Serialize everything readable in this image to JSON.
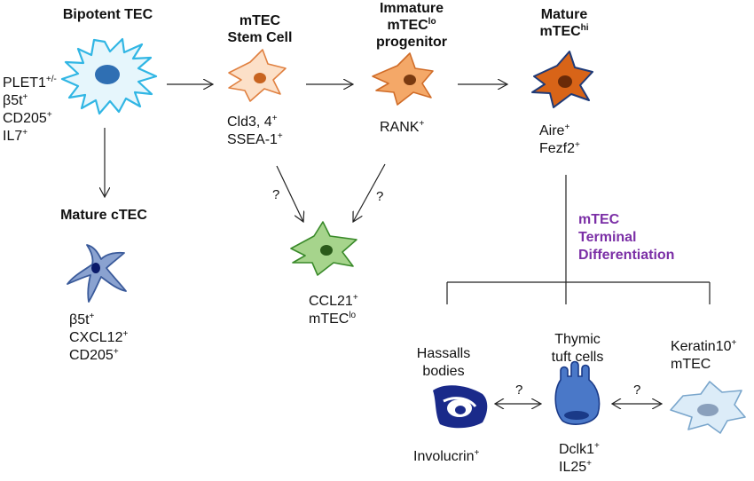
{
  "stages": {
    "bipotent": {
      "title": "Bipotent TEC",
      "markers": [
        {
          "base": "PLET1",
          "sup": "+/-"
        },
        {
          "base": "β5t",
          "sup": "+"
        },
        {
          "base": "CD205",
          "sup": "+"
        },
        {
          "base": "IL7",
          "sup": "+"
        }
      ]
    },
    "stem": {
      "title_line1": "mTEC",
      "title_line2": "Stem Cell",
      "markers": [
        {
          "base": "Cld3, 4",
          "sup": "+"
        },
        {
          "base": "SSEA-1",
          "sup": "+"
        }
      ]
    },
    "immature": {
      "title_line1": "Immature",
      "title_line2_base": "mTEC",
      "title_line2_sup": "lo",
      "title_line3": "progenitor",
      "markers": [
        {
          "base": "RANK",
          "sup": "+"
        }
      ]
    },
    "mature_mtec": {
      "title_line1": "Mature",
      "title_line2_base": "mTEC",
      "title_line2_sup": "hi",
      "markers": [
        {
          "base": "Aire",
          "sup": "+"
        },
        {
          "base": "Fezf2",
          "sup": "+"
        }
      ]
    },
    "mature_ctec": {
      "title": "Mature cTEC",
      "markers": [
        {
          "base": "β5t",
          "sup": "+"
        },
        {
          "base": "CXCL12",
          "sup": "+"
        },
        {
          "base": "CD205",
          "sup": "+"
        }
      ]
    },
    "ccl21": {
      "markers": [
        {
          "base": "CCL21",
          "sup": "+"
        },
        {
          "base": "mTEC",
          "sup": "lo"
        }
      ]
    }
  },
  "terminal": {
    "line1": "mTEC",
    "line2": "Terminal",
    "line3": "Differentiation"
  },
  "terminal_cells": {
    "hassalls": {
      "line1": "Hassalls",
      "line2": "bodies",
      "marker": {
        "base": "Involucrin",
        "sup": "+"
      }
    },
    "tuft": {
      "line1": "Thymic",
      "line2": "tuft cells",
      "markers": [
        {
          "base": "Dclk1",
          "sup": "+"
        },
        {
          "base": "IL25",
          "sup": "+"
        }
      ]
    },
    "keratin": {
      "line1_base": "Keratin10",
      "line1_sup": "+",
      "line2": "mTEC"
    }
  },
  "uncertain_mark": "?",
  "colors": {
    "bipotent_fill": "#e6f6fc",
    "bipotent_stroke": "#31b6e4",
    "bipotent_nucleus": "#2f6fb3",
    "stem_fill": "#fce0c8",
    "stem_stroke": "#e08040",
    "stem_nucleus": "#c86420",
    "immature_fill": "#f4a868",
    "immature_stroke": "#d06c28",
    "immature_nucleus": "#7a3a10",
    "mature_fill": "#d86418",
    "mature_stroke": "#1e3a78",
    "mature_nucleus": "#6a2a08",
    "ctec_fill": "#8aa2d0",
    "ctec_stroke": "#3a5a9a",
    "ctec_nucleus": "#0a1a6a",
    "ccl21_fill": "#a6d48c",
    "ccl21_stroke": "#3a8a2a",
    "ccl21_nucleus": "#2a5a1a",
    "hassalls_fill": "#1a2a8a",
    "tuft_fill": "#4a78c8",
    "tuft_nucleus": "#1a3a88",
    "keratin_fill": "#dcecf8",
    "keratin_stroke": "#7aa6cc",
    "keratin_nucleus": "#8aa0bc",
    "terminal_text": "#7b2fa6"
  }
}
